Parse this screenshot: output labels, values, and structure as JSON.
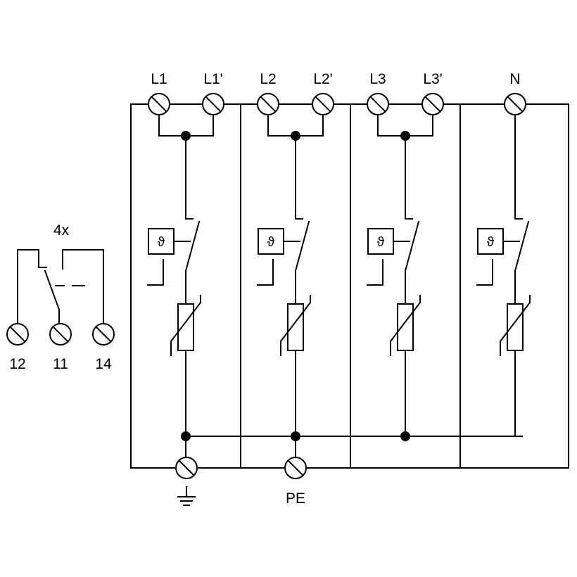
{
  "labels": {
    "l1": "L1",
    "l1p": "L1'",
    "l2": "L2",
    "l2p": "L2'",
    "l3": "L3",
    "l3p": "L3'",
    "n": "N",
    "pe": "PE",
    "contact_count": "4x",
    "t12": "12",
    "t11": "11",
    "t14": "14",
    "thermal_symbol": "ϑ"
  },
  "icons": {
    "terminal": "terminal-icon",
    "ground": "ground-icon",
    "varistor": "varistor-icon",
    "thermal": "thermal-disconnector-icon"
  }
}
